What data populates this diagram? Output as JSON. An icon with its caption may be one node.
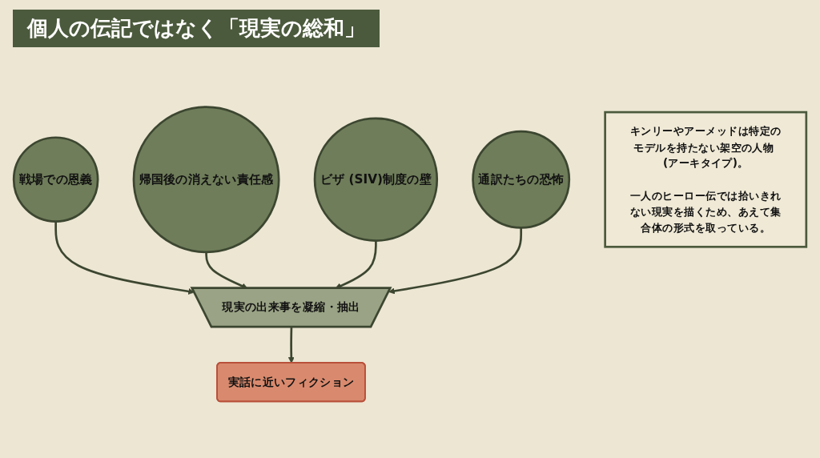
{
  "diagram": {
    "title": "個人の伝記ではなく「現実の総和」",
    "nodes": [
      {
        "text": [
          "戦場での恩義"
        ]
      },
      {
        "text": [
          "帰国後の消えない責任感"
        ]
      },
      {
        "text": [
          "ビザ (SIV)制度の壁"
        ]
      },
      {
        "text": [
          "通訳たちの恐怖"
        ]
      },
      {
        "text": [
          "現実の出来事を凝縮・抽出"
        ]
      },
      {
        "text": [
          "実話に近いフィクション"
        ]
      },
      {
        "text": [
          "キンリーやアーメッドは特定のモデルを持たない架空の人物 (アーキタイプ)。",
          "一人のヒーロー伝では拾いきれない現実を描くため、あえて集合体の形式を取っている。"
        ]
      }
    ],
    "edges": [
      {
        "from": 0,
        "to": 4,
        "arrow": "to"
      },
      {
        "from": 1,
        "to": 4,
        "arrow": "to"
      },
      {
        "from": 2,
        "to": 4,
        "arrow": "to"
      },
      {
        "from": 3,
        "to": 4,
        "arrow": "to"
      },
      {
        "from": 4,
        "to": 5,
        "arrow": "to"
      }
    ]
  }
}
